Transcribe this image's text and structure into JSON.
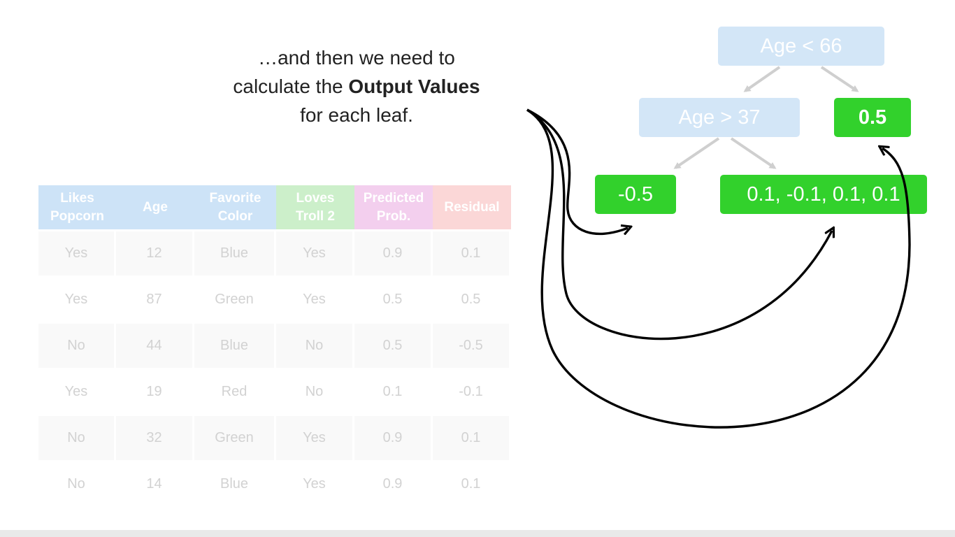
{
  "caption": {
    "line1": "…and then we need to",
    "line2_pre": "calculate the ",
    "line2_bold": "Output Values",
    "line3": "for each leaf."
  },
  "tree": {
    "root": "Age < 66",
    "inner": "Age > 37",
    "leaf_right": "0.5",
    "leaf_left": "-0.5",
    "leaf_mid": "0.1, -0.1, 0.1, 0.1"
  },
  "table": {
    "headers": [
      {
        "line1": "Likes",
        "line2": "Popcorn"
      },
      {
        "line1": "Age",
        "line2": ""
      },
      {
        "line1": "Favorite",
        "line2": "Color"
      },
      {
        "line1": "Loves",
        "line2": "Troll 2"
      },
      {
        "line1": "Predicted",
        "line2": "Prob."
      },
      {
        "line1": "Residual",
        "line2": ""
      }
    ],
    "rows": [
      [
        "Yes",
        "12",
        "Blue",
        "Yes",
        "0.9",
        "0.1"
      ],
      [
        "Yes",
        "87",
        "Green",
        "Yes",
        "0.5",
        "0.5"
      ],
      [
        "No",
        "44",
        "Blue",
        "No",
        "0.5",
        "-0.5"
      ],
      [
        "Yes",
        "19",
        "Red",
        "No",
        "0.1",
        "-0.1"
      ],
      [
        "No",
        "32",
        "Green",
        "Yes",
        "0.9",
        "0.1"
      ],
      [
        "No",
        "14",
        "Blue",
        "Yes",
        "0.9",
        "0.1"
      ]
    ]
  },
  "colors": {
    "leaf_green": "#32d12c",
    "faded_blue": "#d3e6f7",
    "tree_arrow": "#cfcfcf",
    "curve_arrow": "#000000"
  }
}
